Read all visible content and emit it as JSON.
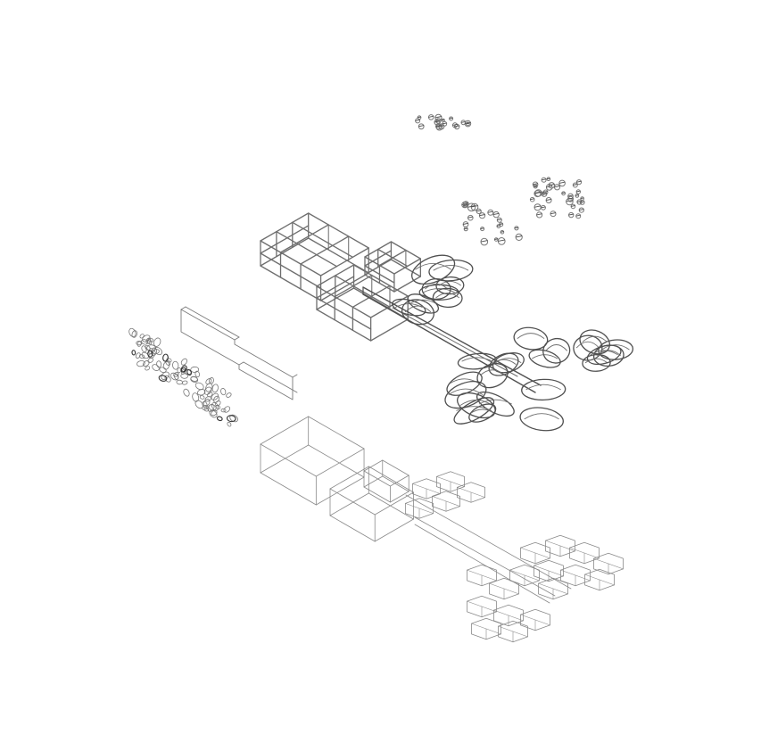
{
  "drawing": {
    "type": "exploded-axonometric-wireframe",
    "layers": [
      "vegetation-clusters",
      "structural-frame-with-canopies",
      "wall-panel",
      "facade-screen-pattern",
      "envelope-shell"
    ]
  },
  "colors": {
    "background": "#ffffff",
    "frame": "#6e6e6e",
    "frame_dark": "#505050",
    "shell": "#8a8a8a",
    "panel": "#7a7a7a",
    "ornament": "#777777"
  }
}
